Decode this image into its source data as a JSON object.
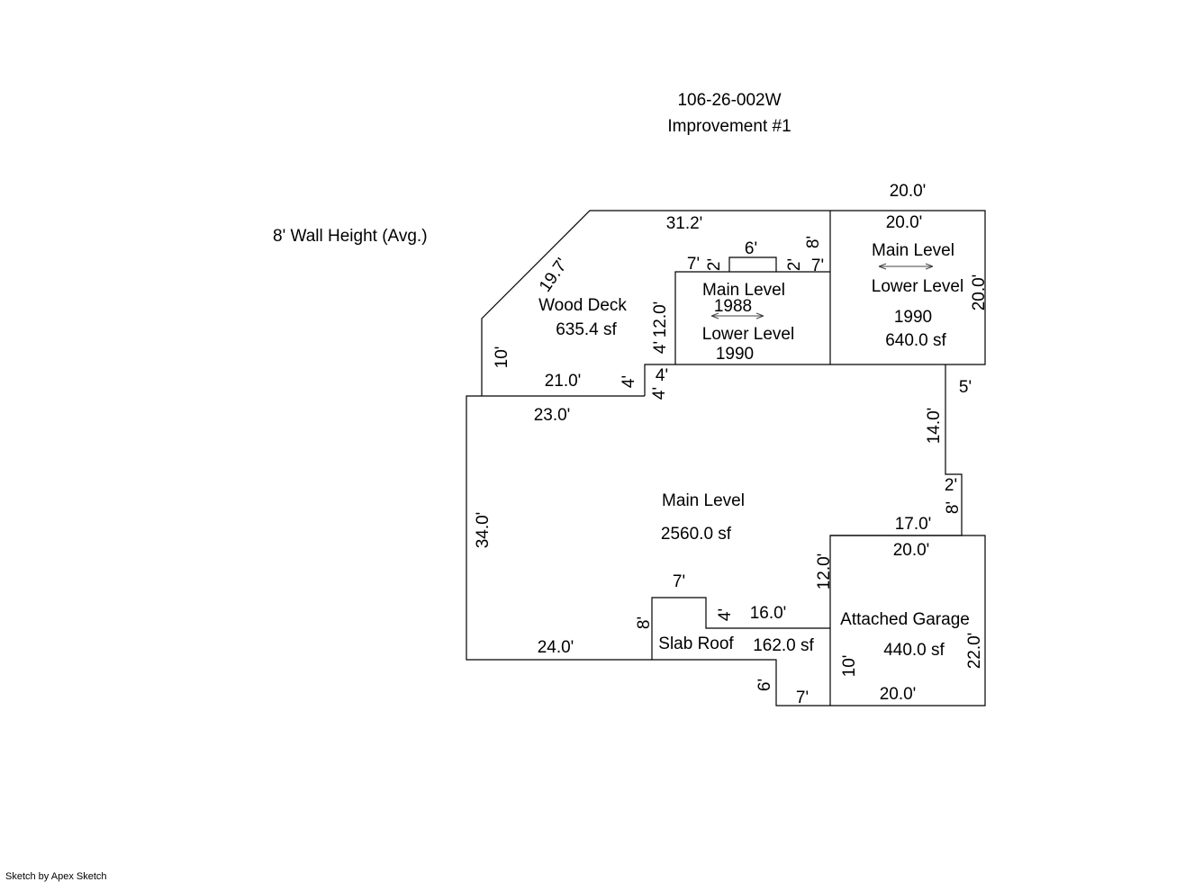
{
  "header": {
    "parcel_id": "106-26-002W",
    "improvement": "Improvement #1"
  },
  "wall_height_note": "8' Wall Height (Avg.)",
  "footer": "Sketch by Apex Sketch",
  "areas": {
    "wood_deck": {
      "name": "Wood Deck",
      "area": "635.4 sf"
    },
    "addition_1988": {
      "upper": "Main Level",
      "year_top": "1988",
      "lower": "Lower Level",
      "year_bottom": "1990"
    },
    "addition_1990": {
      "upper": "Main Level",
      "lower": "Lower Level",
      "year": "1990",
      "area": "640.0 sf"
    },
    "main_level": {
      "name": "Main Level",
      "area": "2560.0 sf"
    },
    "attached_garage": {
      "name": "Attached Garage",
      "area": "440.0 sf"
    },
    "slab_roof": {
      "name": "Slab Roof",
      "area": "162.0 sf"
    }
  },
  "dimensions": {
    "d20_top_outer": "20.0'",
    "d20_top_inner": "20.0'",
    "d31_2": "31.2'",
    "d19_7": "19.7'",
    "d6_top": "6'",
    "d7_left": "7'",
    "d2_left": "2'",
    "d2_right": "2'",
    "d8_top": "8'",
    "d7_right": "7'",
    "d20_right_side": "20.0'",
    "d12_deck": "12.0'",
    "d4_deck_a": "4'",
    "d4_deck_b": "4'",
    "d4_deck_c": "4'",
    "d4_deck_d": "4'",
    "d10_deck": "10'",
    "d21": "21.0'",
    "d23": "23.0'",
    "d5": "5'",
    "d14": "14.0'",
    "d2_east": "2'",
    "d8_east": "8'",
    "d17": "17.0'",
    "d34": "34.0'",
    "d20_garage_top": "20.0'",
    "d12_garage": "12.0'",
    "d7_slab": "7'",
    "d16": "16.0'",
    "d4_slab": "4'",
    "d8_slab": "8'",
    "d24": "24.0'",
    "d22_garage": "22.0'",
    "d10_garage": "10'",
    "d20_garage_bottom": "20.0'",
    "d6_bottom": "6'",
    "d7_bottom": "7'"
  }
}
